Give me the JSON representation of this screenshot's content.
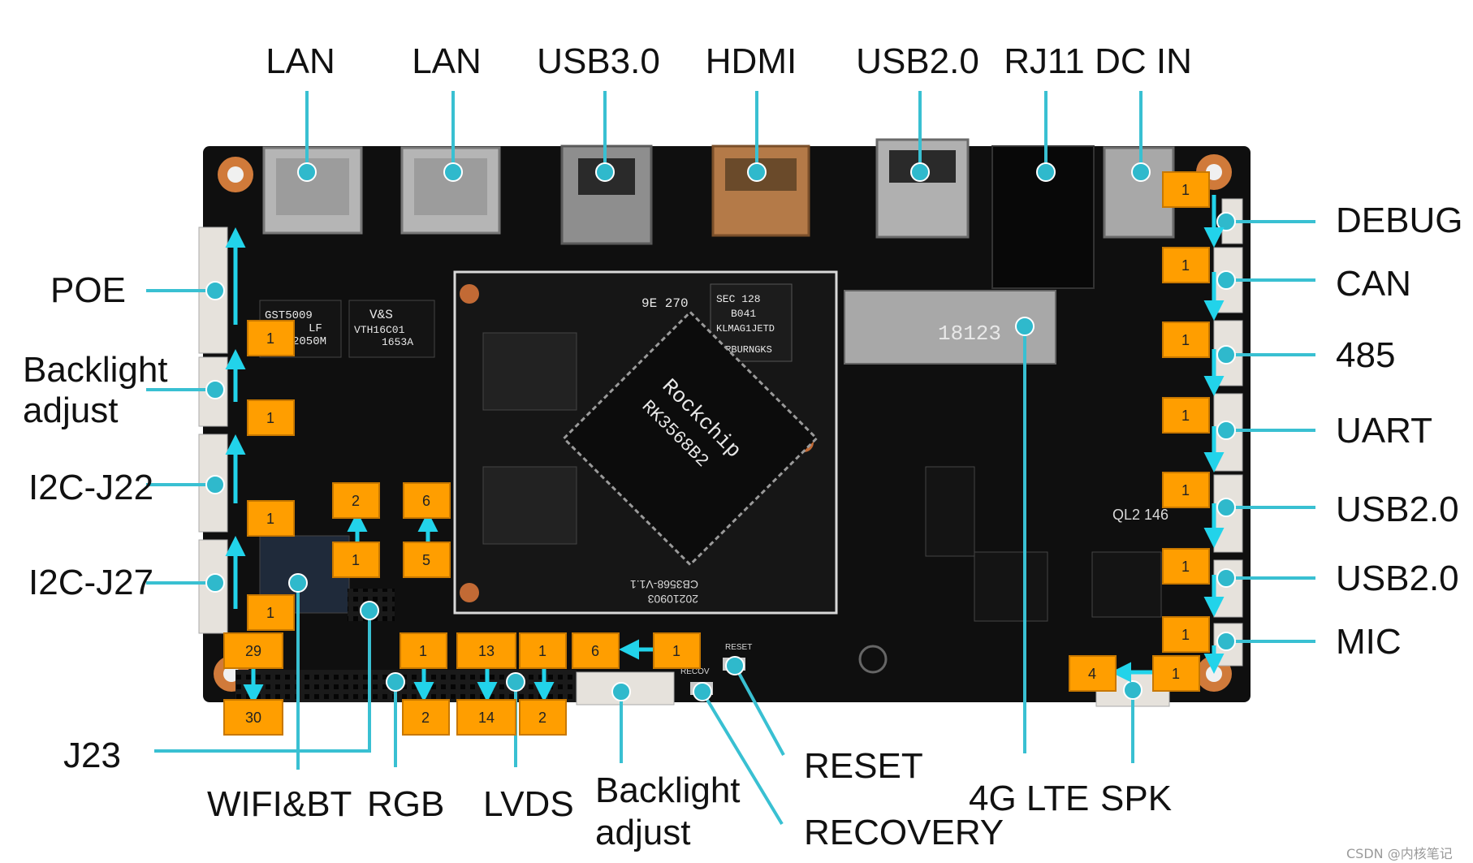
{
  "colors": {
    "board": "#0f0f0f",
    "leader_line": "#39c0d2",
    "marker_dot": "#2fb9cc",
    "pin_box": "#ff9e00",
    "pin_box_border": "#c87800",
    "pin_arrow": "#22d3ea",
    "connector": "#e6e2dc",
    "metal": "#b5b5b5"
  },
  "labels": {
    "top": [
      "LAN",
      "LAN",
      "USB3.0",
      "HDMI",
      "USB2.0",
      "RJ11",
      "DC IN"
    ],
    "right": [
      "DEBUG",
      "CAN",
      "485",
      "UART",
      "USB2.0",
      "USB2.0",
      "MIC"
    ],
    "left": [
      "POE",
      "Backlight",
      "adjust",
      "I2C-J22",
      "I2C-J27",
      "J23"
    ],
    "bottom": [
      "WIFI&BT",
      "RGB",
      "LVDS",
      "Backlight",
      "adjust",
      "RESET",
      "RECOVERY",
      "4G LTE",
      "SPK"
    ]
  },
  "pin_boxes": {
    "right_column": [
      "1",
      "1",
      "1",
      "1",
      "1",
      "1",
      "1"
    ],
    "left_column": [
      "1",
      "1",
      "1",
      "1",
      "29",
      "30"
    ],
    "mid": [
      "2",
      "1",
      "6",
      "5"
    ],
    "bottom": [
      "1",
      "2",
      "13",
      "14",
      "1",
      "2",
      "6",
      "1",
      "4",
      "1"
    ]
  },
  "silkscreen": {
    "soc_brand": "Rockchip",
    "soc_model": "RK3568B2",
    "som_code": "CB3568-V1.1",
    "som_date": "20210903",
    "chip_a": "GST5009",
    "chip_a2": "LF",
    "chip_a3": "2050M",
    "chip_b": "V&S",
    "chip_b2": "VTH16C01",
    "chip_b3": "1653A",
    "lte_slot": "18123",
    "flash_mark": "SEC 128",
    "flash_mark2": "B041",
    "flash_mark3": "KLMAG1JETD",
    "flash_mark4": "NRBURNGKS",
    "som_mark": "9E 270",
    "ql_mark": "QL2 146",
    "reset_silk": "RESET",
    "recov_silk": "RECOV"
  },
  "watermark": "CSDN @内核笔记",
  "icons": [
    "board-photo",
    "leader-line",
    "pin-arrow"
  ]
}
